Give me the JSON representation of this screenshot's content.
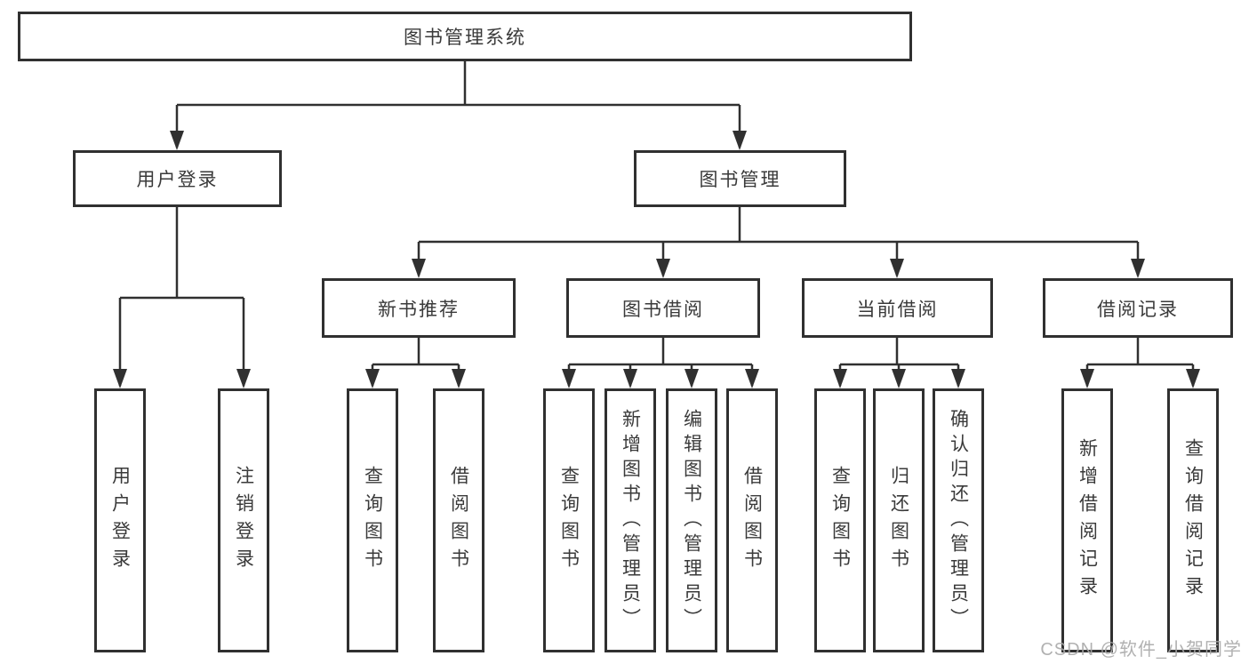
{
  "tree": {
    "label": "图书管理系统",
    "children": [
      {
        "label": "用户登录",
        "children": [
          {
            "label": "用户登录"
          },
          {
            "label": "注销登录"
          }
        ]
      },
      {
        "label": "图书管理",
        "children": [
          {
            "label": "新书推荐",
            "children": [
              {
                "label": "查询图书"
              },
              {
                "label": "借阅图书"
              }
            ]
          },
          {
            "label": "图书借阅",
            "children": [
              {
                "label": "查询图书"
              },
              {
                "label": "新增图书（管理员）"
              },
              {
                "label": "编辑图书（管理员）"
              },
              {
                "label": "借阅图书"
              }
            ]
          },
          {
            "label": "当前借阅",
            "children": [
              {
                "label": "查询图书"
              },
              {
                "label": "归还图书"
              },
              {
                "label": "确认归还（管理员）"
              }
            ]
          },
          {
            "label": "借阅记录",
            "children": [
              {
                "label": "新增借阅记录"
              },
              {
                "label": "查询借阅记录"
              }
            ]
          }
        ]
      }
    ]
  },
  "watermark": {
    "text": "CSDN @软件_小贺同学"
  },
  "colors": {
    "line": "#303030",
    "box_border": "#303030",
    "text": "#3a3a3a",
    "watermark": "#a8a8a8",
    "background": "#ffffff"
  }
}
